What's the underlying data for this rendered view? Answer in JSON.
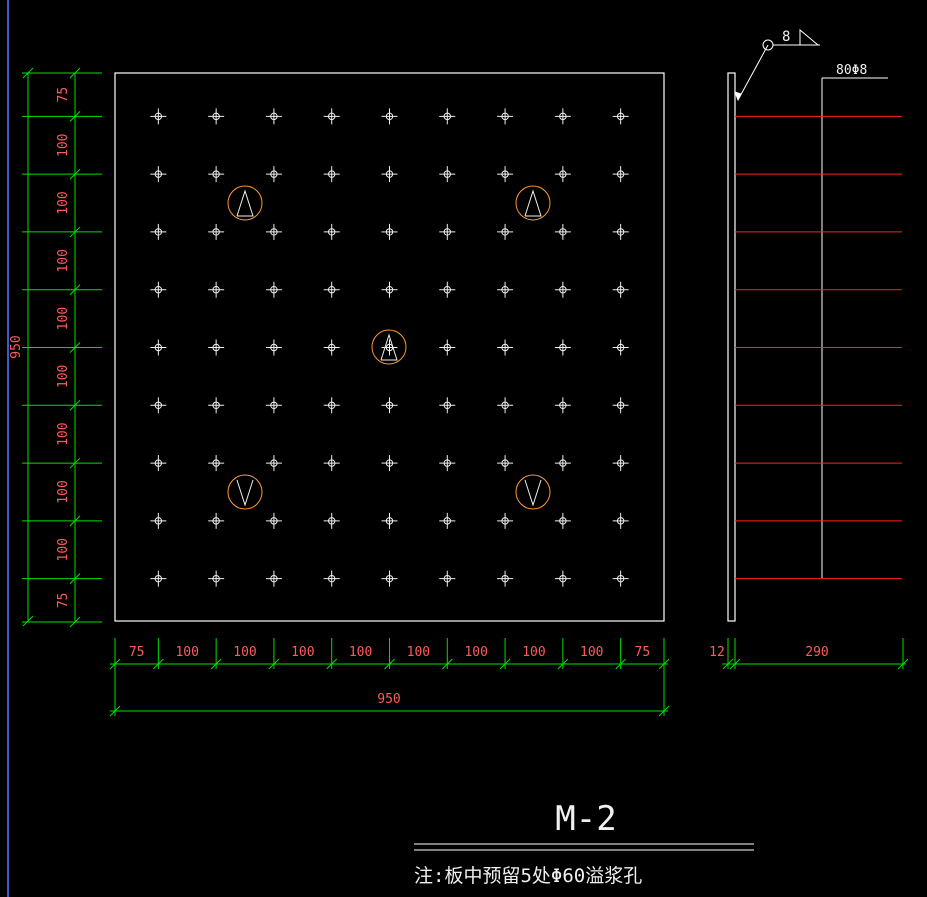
{
  "drawing": {
    "title": "M-2",
    "note": "注:板中预留5处Φ60溢浆孔",
    "rebar_label": "80Φ8",
    "weld_size": "8"
  },
  "dimensions": {
    "vertical": [
      "75",
      "100",
      "100",
      "100",
      "100",
      "100",
      "100",
      "100",
      "100",
      "75"
    ],
    "vertical_total": "950",
    "horizontal": [
      "75",
      "100",
      "100",
      "100",
      "100",
      "100",
      "100",
      "100",
      "100",
      "75"
    ],
    "horizontal_total": "950",
    "side_thickness": "12",
    "side_length": "290"
  },
  "plate": {
    "stud_grid": {
      "rows": 9,
      "cols": 9
    },
    "grout_hole_count": 5
  },
  "colors": {
    "background": "#000000",
    "outline": "#ffffff",
    "dimension_line": "#00e000",
    "dimension_text": "#ff5a5a",
    "rebar": "#ff2020",
    "grout_hole": "#ff9933",
    "left_border": "#3a5fcd"
  }
}
